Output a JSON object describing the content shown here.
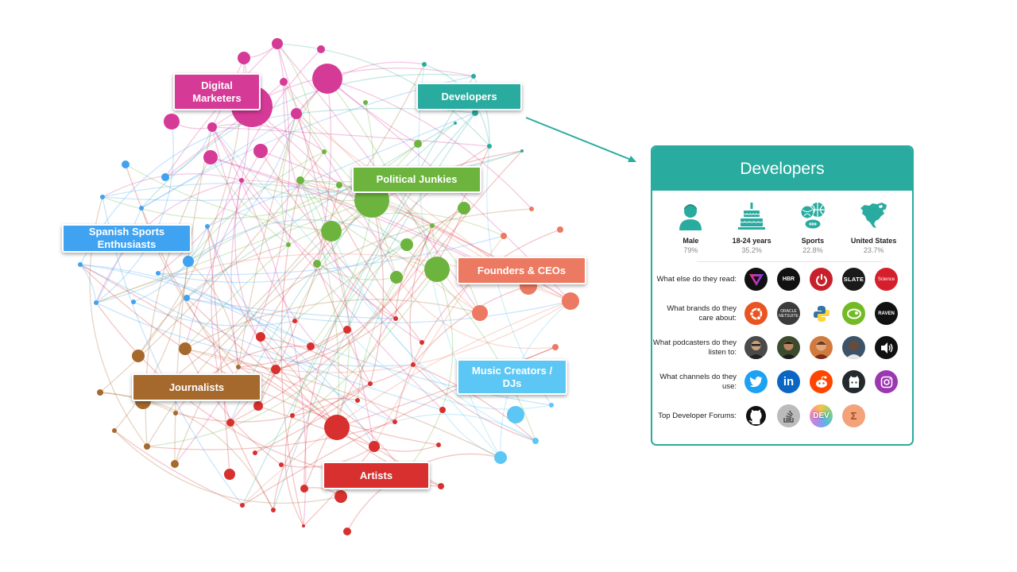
{
  "clusters": {
    "digital_marketers": "Digital\nMarketers",
    "developers": "Developers",
    "political_junkies": "Political Junkies",
    "spanish_sports": "Spanish Sports\nEnthusiasts",
    "founders": "Founders & CEOs",
    "journalists": "Journalists",
    "music_creators": "Music Creators /\nDJs",
    "artists": "Artists"
  },
  "colors": {
    "digital_marketers": "#d63a97",
    "developers": "#2aab9f",
    "political_junkies": "#6db43f",
    "spanish_sports": "#40a3f1",
    "founders": "#ec7961",
    "journalists": "#a6692d",
    "music_creators": "#5cc7f5",
    "artists": "#d7302e"
  },
  "panel": {
    "title": "Developers",
    "demographics": [
      {
        "icon": "person-icon",
        "label": "Male",
        "value": "79%"
      },
      {
        "icon": "cake-icon",
        "label": "18-24 years",
        "value": "35.2%"
      },
      {
        "icon": "sports-balls-icon",
        "label": "Sports",
        "value": "22.8%"
      },
      {
        "icon": "north-america-map-icon",
        "label": "United States",
        "value": "23.7%"
      }
    ],
    "rows": [
      {
        "label": "What else do they read:",
        "icons": [
          "the-verge-icon",
          "hbr-icon",
          "power-button-icon",
          "slate-icon",
          "science-icon"
        ]
      },
      {
        "label": "What brands do they care about:",
        "icons": [
          "ubuntu-icon",
          "oracle-netsuite-icon",
          "python-icon",
          "opensuse-icon",
          "raven-icon"
        ]
      },
      {
        "label": "What podcasters do they listen to:",
        "icons": [
          "podcaster-avatar-1",
          "podcaster-avatar-2",
          "podcaster-avatar-3",
          "podcaster-avatar-4",
          "podcast-speaker-icon"
        ]
      },
      {
        "label": "What channels do they use:",
        "icons": [
          "twitter-icon",
          "linkedin-icon",
          "reddit-icon",
          "github-icon",
          "instagram-icon"
        ]
      },
      {
        "label": "Top Developer Forums:",
        "icons": [
          "github-octocat-icon",
          "stack-overflow-icon",
          "dev-icon",
          "hacker-forum-icon"
        ]
      }
    ]
  }
}
